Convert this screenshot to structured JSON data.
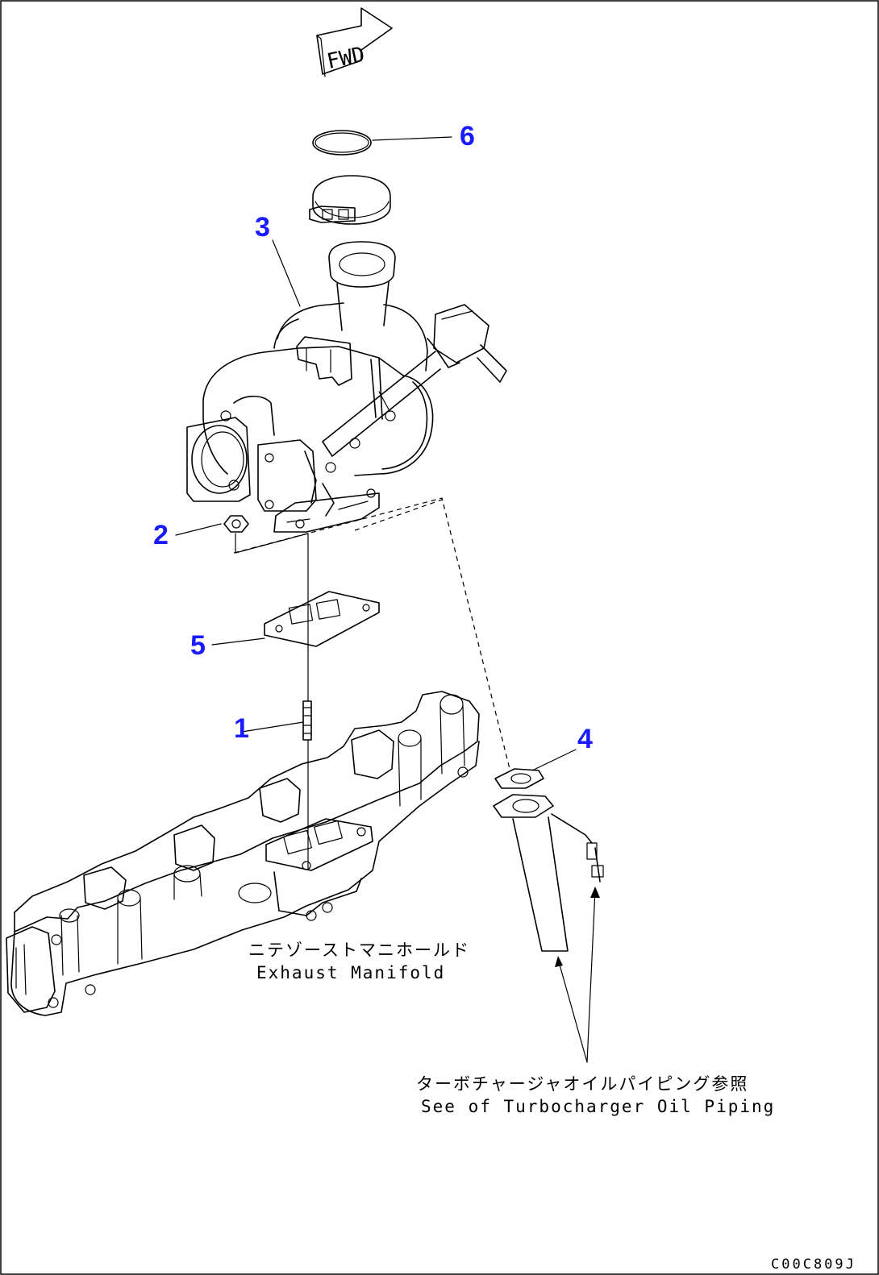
{
  "fwd_label": "FWD",
  "callouts": [
    "1",
    "2",
    "3",
    "4",
    "5",
    "6"
  ],
  "labels": {
    "exhaust_jp": "ニテゾーストマニホールド",
    "exhaust_en": "Exhaust Manifold",
    "oil_jp": "ターボチャージャオイルパイピング参照",
    "oil_en": "See of Turbocharger Oil Piping"
  },
  "drawing_code": "C00C809J",
  "colors": {
    "callout": "#1a1aff",
    "line": "#000000"
  }
}
